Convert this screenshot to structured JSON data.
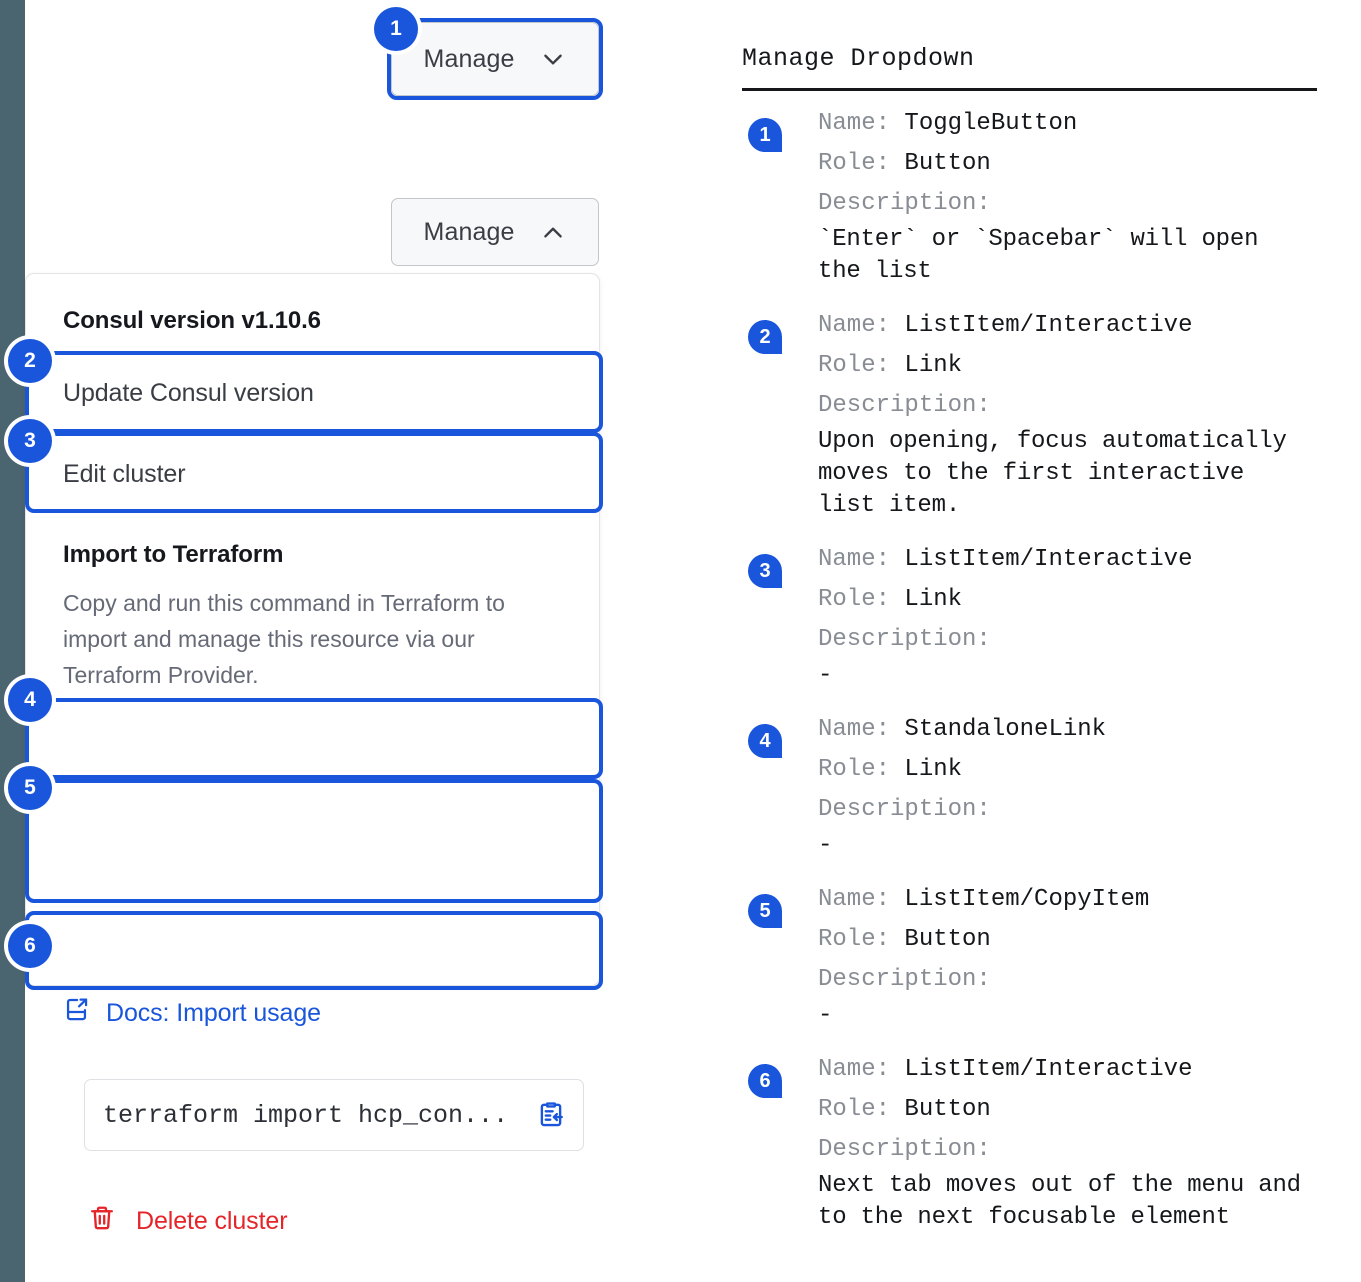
{
  "rail": {
    "color": "#4b6570"
  },
  "accent": {
    "blue": "#1a56db",
    "red": "#e5252a",
    "muted": "#656a76"
  },
  "left_panel": {
    "toggle_button_focused": {
      "label": "Manage",
      "icon": "chevron-down-icon",
      "badge": "1"
    },
    "toggle_button_open": {
      "label": "Manage",
      "icon": "chevron-up-icon"
    },
    "menu": {
      "version_heading": "Consul version v1.10.6",
      "items": [
        {
          "label": "Update Consul version",
          "badge": "2"
        },
        {
          "label": "Edit cluster",
          "badge": "3"
        }
      ],
      "import_heading": "Import to Terraform",
      "import_description": "Copy and run this command in Terraform to import and manage this resource via our Terraform Provider.",
      "docs_link": {
        "label": "Docs: Import usage",
        "icon": "docs-external-icon",
        "badge": "4"
      },
      "terraform_command": {
        "value": "terraform import hcp_con...",
        "copy_icon": "clipboard-copy-icon",
        "badge": "5"
      },
      "delete_item": {
        "label": "Delete cluster",
        "icon": "trash-icon",
        "badge": "6"
      }
    }
  },
  "right_panel": {
    "title": "Manage Dropdown",
    "labels": {
      "name": "Name:",
      "role": "Role:",
      "description": "Description:"
    },
    "entries": [
      {
        "badge": "1",
        "name": "ToggleButton",
        "role": "Button",
        "description": "`Enter` or `Spacebar` will open\nthe list"
      },
      {
        "badge": "2",
        "name": "ListItem/Interactive",
        "role": "Link",
        "description": "Upon opening, focus automatically\nmoves to the first interactive\nlist item."
      },
      {
        "badge": "3",
        "name": "ListItem/Interactive",
        "role": "Link",
        "description": "-"
      },
      {
        "badge": "4",
        "name": "StandaloneLink",
        "role": "Link",
        "description": "-"
      },
      {
        "badge": "5",
        "name": "ListItem/CopyItem",
        "role": "Button",
        "description": "-"
      },
      {
        "badge": "6",
        "name": "ListItem/Interactive",
        "role": "Button",
        "description": "Next tab moves out of the menu and\nto the next focusable element"
      }
    ]
  }
}
